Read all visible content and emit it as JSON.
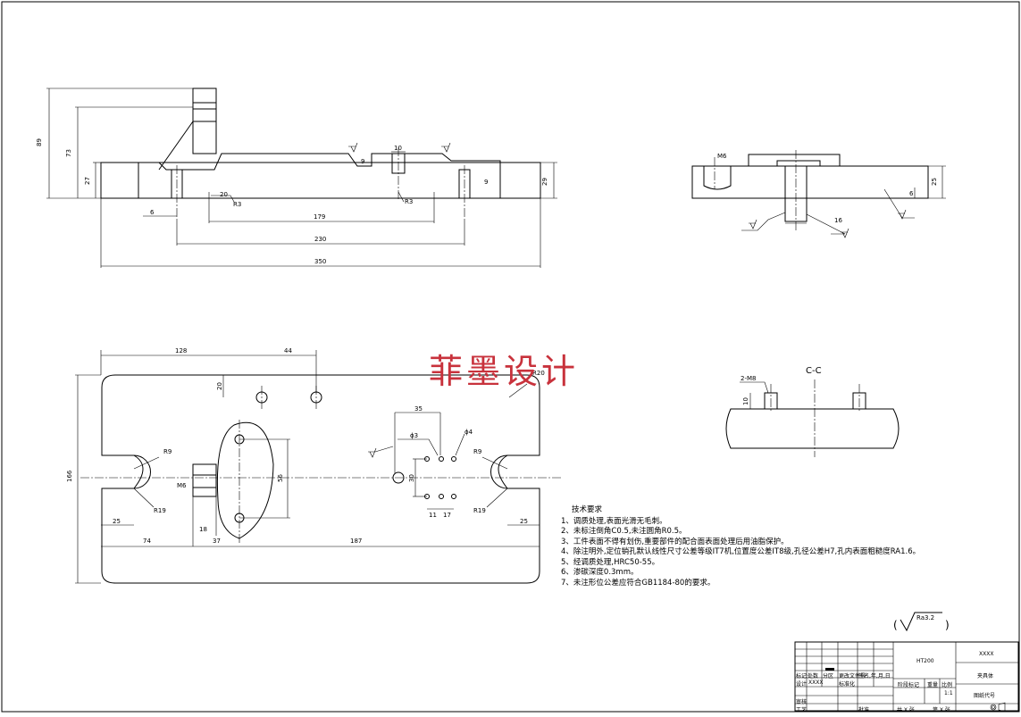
{
  "watermark": "菲墨设计",
  "front_view": {
    "dims": {
      "h89": "89",
      "h73": "73",
      "h27": "27",
      "d6": "6",
      "d179": "179",
      "d230": "230",
      "d350": "350",
      "d10": "10",
      "d9a": "9",
      "d9b": "9",
      "d29": "29",
      "r3a": "R3",
      "r3b": "R3",
      "d20": "20"
    }
  },
  "side_view": {
    "dims": {
      "m6": "M6",
      "d25": "25",
      "d6": "6",
      "d16": "16"
    }
  },
  "top_view": {
    "dims": {
      "d128": "128",
      "d44": "44",
      "d20": "20",
      "r220": "R20",
      "d35": "35",
      "phi3": "ϕ3",
      "phi4": "ϕ4",
      "r9a": "R9",
      "r9b": "R9",
      "d56": "56",
      "d166": "166",
      "m6": "M6",
      "d25a": "25",
      "d25b": "25",
      "r19a": "R19",
      "r19b": "R19",
      "d30": "30",
      "d11": "11",
      "d17": "17",
      "d74": "74",
      "d18": "18",
      "d37": "37",
      "d187": "187"
    }
  },
  "section_view": {
    "label": "C-C",
    "dims": {
      "m8": "2-M8",
      "d10": "10"
    }
  },
  "tech_requirements": {
    "title": "技术要求",
    "items": [
      "1、调质处理,表面光滑无毛刺。",
      "2、未标注倒角C0.5,未注圆角R0.5。",
      "3、工件表面不得有划伤,重要部件的配合面表面处理后用油脂保护。",
      "4、除注明外,定位销孔默认线性尺寸公差等级IT7机,位置度公差IT8级,孔径公差H7,孔内表面粗糙度RA1.6。",
      "5、经调质处理,HRC50-55。",
      "6、渗碳深度0.3mm。",
      "7、未注形位公差应符合GB1184-80的要求。"
    ]
  },
  "roughness": {
    "value": "Ra3.2"
  },
  "title_block": {
    "material": "HT200",
    "code": "XXXX",
    "name": "夹具体",
    "drawing_no": "图纸代号",
    "scale": "1:1",
    "stage_mark": "阶段标记",
    "weight": "重量",
    "ratio": "比例",
    "mark": "标记",
    "count": "处数",
    "designer": "设计",
    "designer_name": "XXXX",
    "standardize": "标准化",
    "review": "审核",
    "process": "工艺",
    "approve": "批准",
    "sheets_total": "共 X 张",
    "sheet_no": "第 X 张",
    "partition": "分区",
    "change_doc": "更改文件号",
    "sign_date": "签名,年,月,日"
  }
}
